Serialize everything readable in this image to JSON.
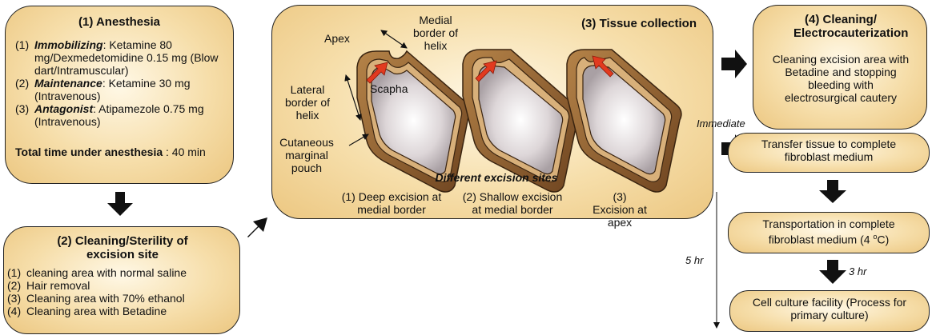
{
  "box1": {
    "title": "(1) Anesthesia",
    "items": [
      {
        "num": "(1)",
        "label": "Immobilizing",
        "text": ": Ketamine 80 mg/Dexmedetomidine 0.15 mg (Blow dart/Intramuscular)"
      },
      {
        "num": "(2)",
        "label": "Maintenance",
        "text": ": Ketamine 30 mg (Intravenous)"
      },
      {
        "num": "(3)",
        "label": "Antagonist",
        "text": ": Atipamezole 0.75 mg (Intravenous)"
      }
    ],
    "total_label": "Total time under anesthesia",
    "total_value": " : 40 min"
  },
  "box2": {
    "title": "(2) Cleaning/Sterility of excision site",
    "items": [
      {
        "num": "(1)",
        "text": "cleaning area with normal saline"
      },
      {
        "num": "(2)",
        "text": "Hair removal"
      },
      {
        "num": "(3)",
        "text": "Cleaning area with 70% ethanol"
      },
      {
        "num": "(4)",
        "text": "Cleaning area with Betadine"
      }
    ]
  },
  "box3": {
    "title": "(3) Tissue collection",
    "labels": {
      "apex": "Apex",
      "medial": "Medial border of helix",
      "lateral": "Lateral border of helix",
      "scapha": "Scapha",
      "pouch": "Cutaneous marginal pouch"
    },
    "sites_title": "Different excision sites",
    "sites": [
      "(1) Deep excision at medial border",
      "(2) Shallow excision at medial border",
      "(3) Excision at apex"
    ]
  },
  "box4": {
    "title": "(4) Cleaning/ Electrocauterization",
    "text": "Cleaning excision area with Betadine and stopping bleeding with electrosurgical cautery"
  },
  "flow": {
    "immediate": "Immediate",
    "transfer": "Transfer tissue to complete fibroblast medium",
    "transport": "Transportation in complete fibroblast medium (4 ",
    "transport_deg": "o",
    "transport_end": "C)",
    "facility": "Cell culture facility (Process for primary culture)",
    "time_5hr": "5 hr",
    "time_3hr": "3 hr"
  },
  "colors": {
    "box_fill": "#f6deaa",
    "ear_outer": "#8b5a2b",
    "ear_inner": "#d8b07a",
    "arrow_red": "#e23a1f"
  }
}
